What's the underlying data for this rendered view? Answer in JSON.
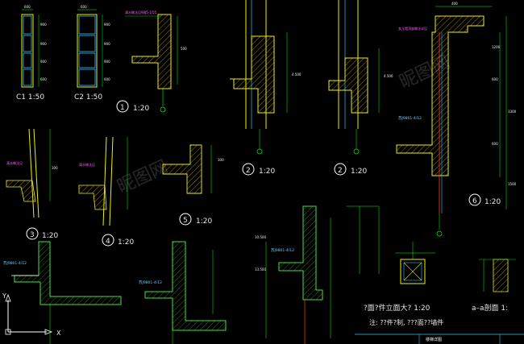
{
  "drawing": {
    "labels": {
      "c1": "C1 1:50",
      "c2": "C2 1:50",
      "d1": "1:20",
      "d2a": "1:20",
      "d2b": "1:20",
      "d3": "1:20",
      "d4": "1:20",
      "d5": "1:20",
      "d6": "1:20",
      "d1_num": "1",
      "d2a_num": "2",
      "d2b_num": "2",
      "d3_num": "3",
      "d4_num": "4",
      "d5_num": "5",
      "d6_num": "6",
      "scale_note": "?面?件立面大? 1:20",
      "bottom_note": "注: ??件?制, ???面??墙件",
      "section": "a–a剖面 1:",
      "x_axis": "X",
      "y_axis": "Y"
    },
    "annotations": {
      "c1_dims": [
        "600",
        "900",
        "900",
        "900",
        "600"
      ],
      "c2_dims": [
        "600",
        "900",
        "900",
        "900",
        "600"
      ],
      "d1_note": "滴水做法见98J5-1/55",
      "d1_dim": "500",
      "d6_note": "女儿墙顶部做法详见",
      "d6_ref": "苏J9801-4/12",
      "d3_note": "滴水做法见",
      "d3_dim": "300",
      "d4_note": "滴水做法见",
      "d5_dim": "300",
      "lower_ref_left": "苏J9801-4/12",
      "lower_ref_mid": "苏J9801-4/12",
      "lower_ref_right": "苏J9801-4/12",
      "lower_mid_dim": "10.500",
      "lower_right_dim": "13.500",
      "d2a_dim": "4.500",
      "d2b_dim": "4.500",
      "d6_dims": [
        "400",
        "1200",
        "600",
        "3300",
        "600",
        "1500"
      ],
      "bottom_strip": "楼梯详图"
    },
    "colors": {
      "background": "#000000",
      "wall": "#ffff00",
      "frame": "#00ffff",
      "dimension": "#00ff00",
      "text": "#ffffff",
      "note": "#ff66ff",
      "hatch": "#ffd000",
      "window_frame": "#2ec4ff",
      "red": "#ff3333"
    },
    "watermark": "昵图网 www.nipic.com"
  }
}
